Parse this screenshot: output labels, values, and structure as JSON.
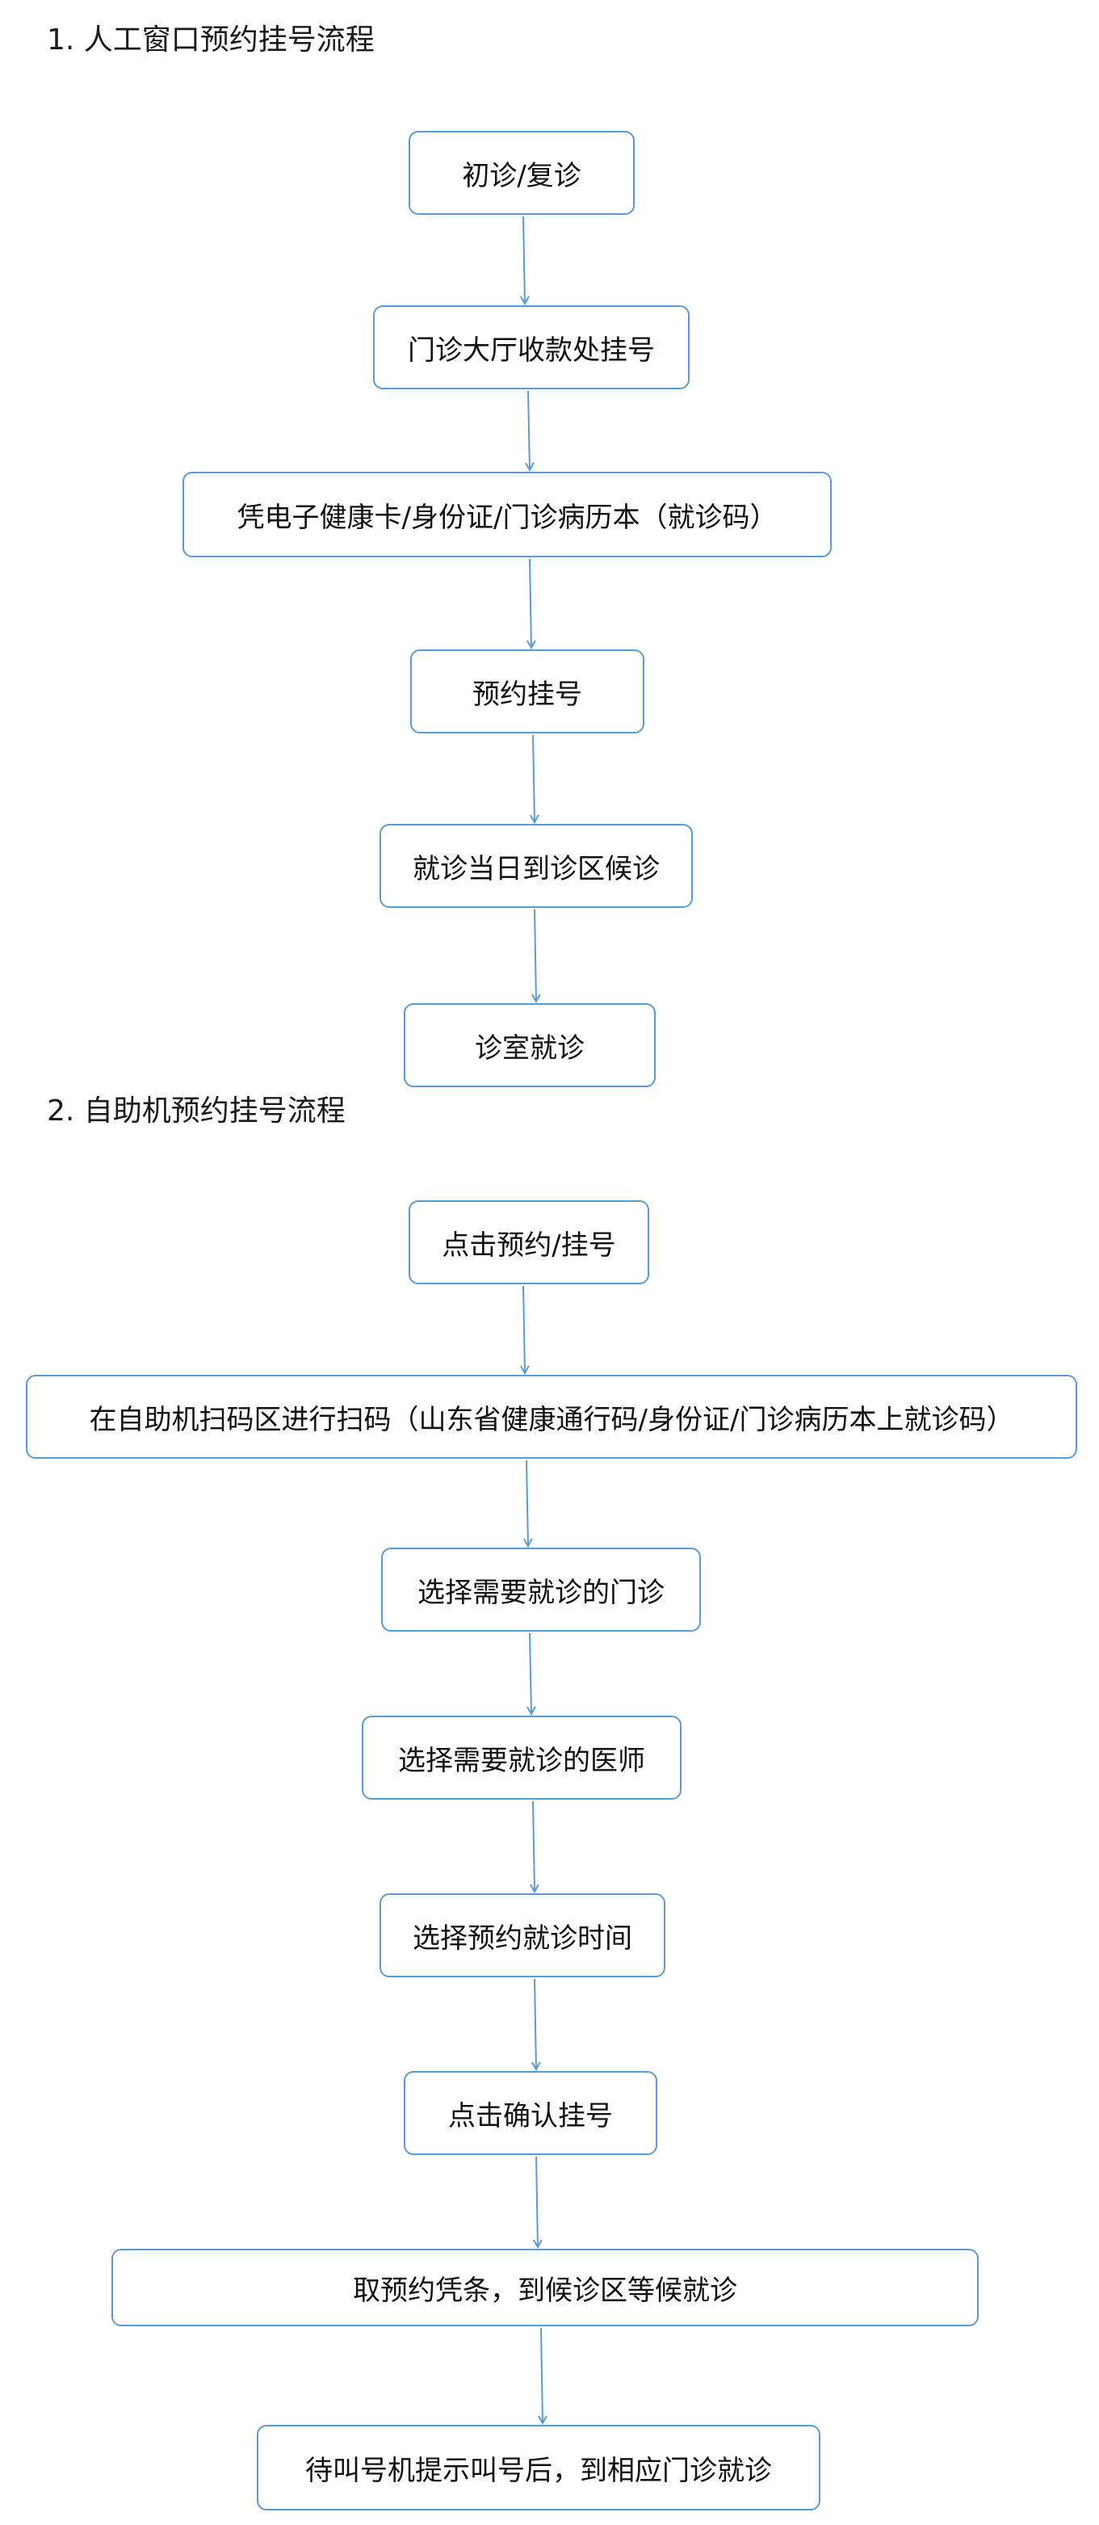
{
  "colors": {
    "box_border": "#5b9bd5",
    "arrow": "#5b9bd5",
    "text": "#111111"
  },
  "sections": [
    {
      "title": "1.  人工窗口预约挂号流程",
      "steps": [
        "初诊/复诊",
        "门诊大厅收款处挂号",
        "凭电子健康卡/身份证/门诊病历本（就诊码）",
        "预约挂号",
        "就诊当日到诊区候诊",
        "诊室就诊"
      ]
    },
    {
      "title": "2. 自助机预约挂号流程",
      "steps": [
        "点击预约/挂号",
        "在自助机扫码区进行扫码（山东省健康通行码/身份证/门诊病历本上就诊码）",
        "选择需要就诊的门诊",
        "选择需要就诊的医师",
        "选择预约就诊时间",
        "点击确认挂号",
        "取预约凭条，到候诊区等候就诊",
        "待叫号机提示叫号后，到相应门诊就诊"
      ]
    }
  ]
}
